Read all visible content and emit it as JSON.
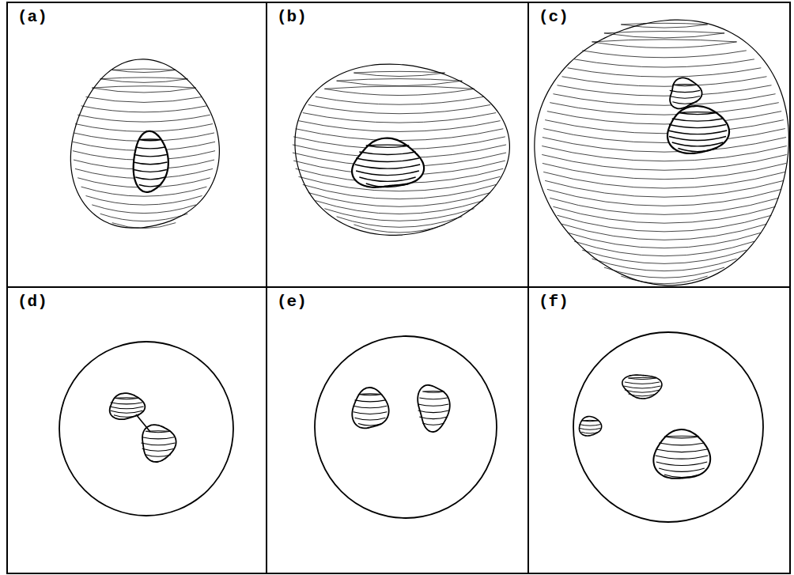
{
  "diagram": {
    "nodes": [
      {
        "text": [
          "(a)"
        ]
      },
      {
        "text": [
          "(b)"
        ]
      },
      {
        "text": [
          "(c)"
        ]
      },
      {
        "text": [
          "(d)"
        ]
      },
      {
        "text": [
          "(e)"
        ]
      },
      {
        "text": [
          "(f)"
        ]
      }
    ]
  }
}
